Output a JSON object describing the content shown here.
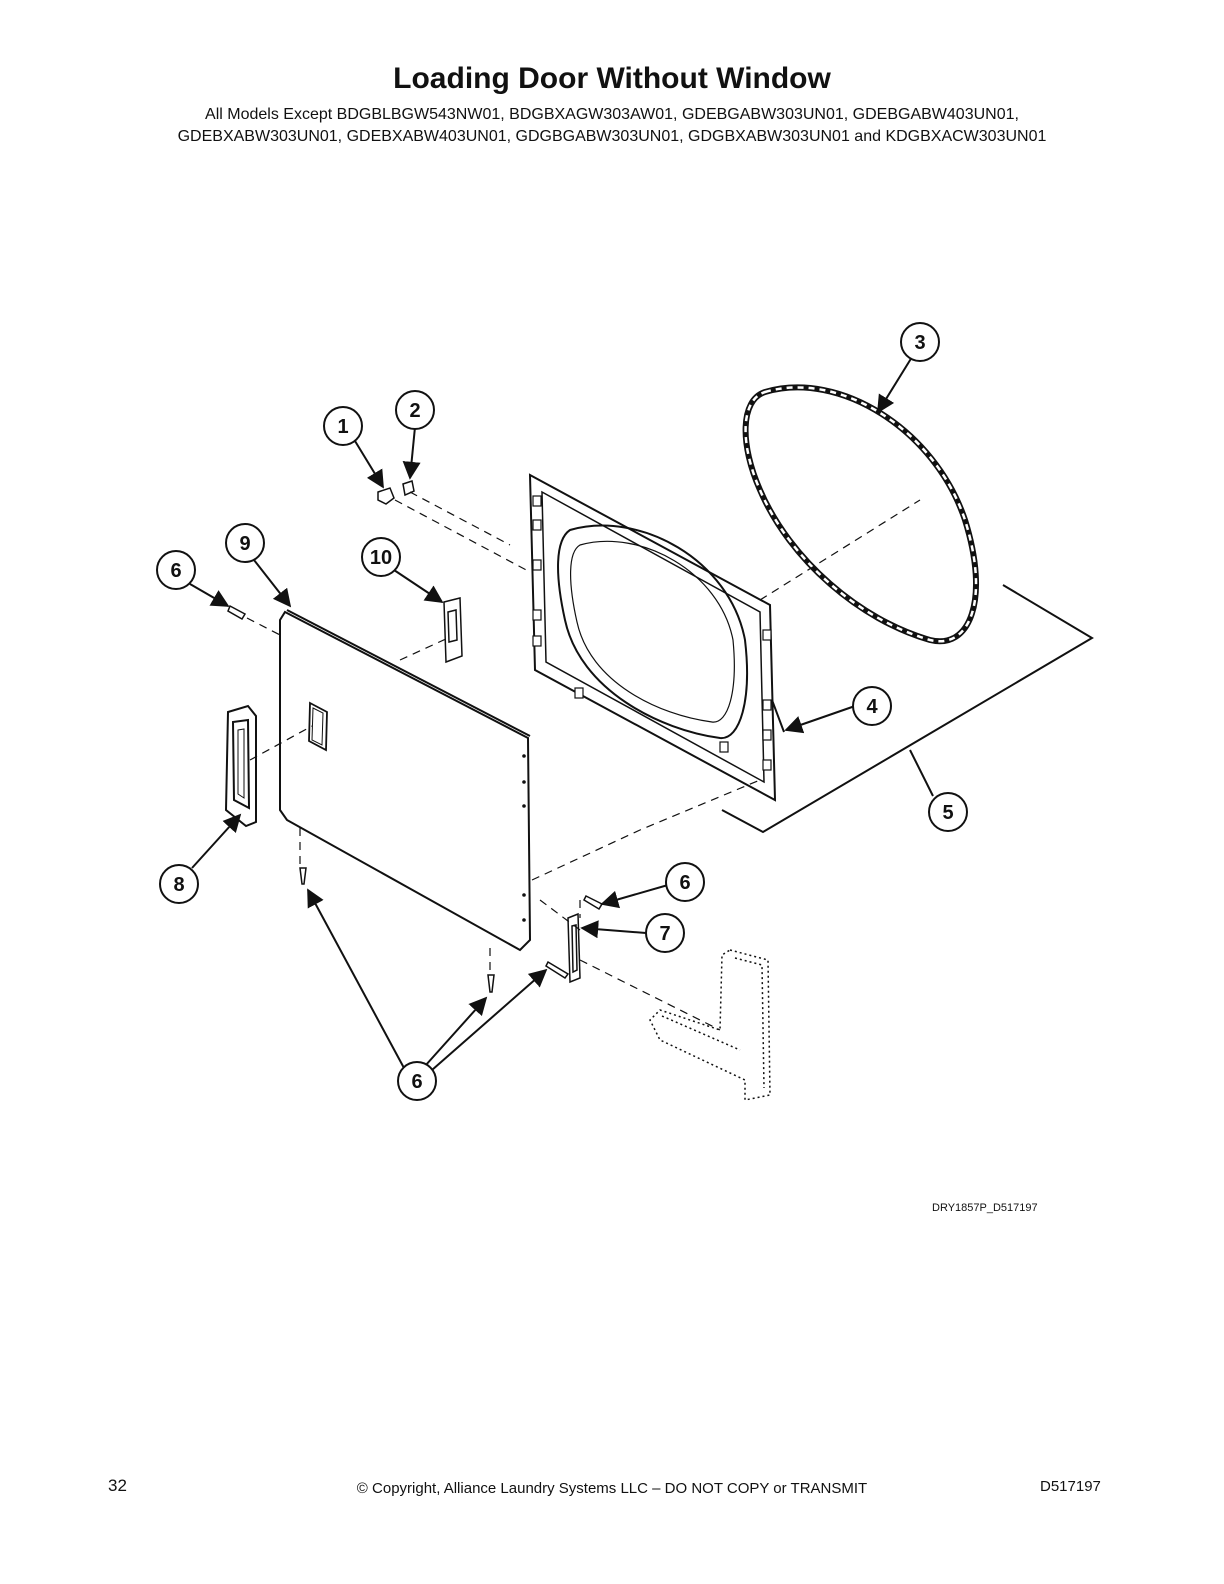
{
  "header": {
    "title": "Loading Door Without Window",
    "subtitle_line1": "All Models Except BDGBLBGW543NW01, BDGBXAGW303AW01, GDEBGABW303UN01, GDEBGABW403UN01,",
    "subtitle_line2": "GDEBXABW303UN01, GDEBXABW403UN01, GDGBGABW303UN01, GDGBXABW303UN01 and KDGBXACW303UN01"
  },
  "diagram": {
    "drawing_id": "DRY1857P_D517197",
    "callouts": [
      {
        "label": "1"
      },
      {
        "label": "2"
      },
      {
        "label": "3"
      },
      {
        "label": "4"
      },
      {
        "label": "5"
      },
      {
        "label": "6"
      },
      {
        "label": "9"
      },
      {
        "label": "10"
      },
      {
        "label": "6"
      },
      {
        "label": "7"
      },
      {
        "label": "8"
      },
      {
        "label": "6"
      }
    ]
  },
  "footer": {
    "page_number": "32",
    "copyright": "© Copyright, Alliance Laundry Systems LLC – DO NOT COPY or TRANSMIT",
    "doc_number": "D517197"
  },
  "colors": {
    "ink": "#111111",
    "background": "#ffffff"
  }
}
